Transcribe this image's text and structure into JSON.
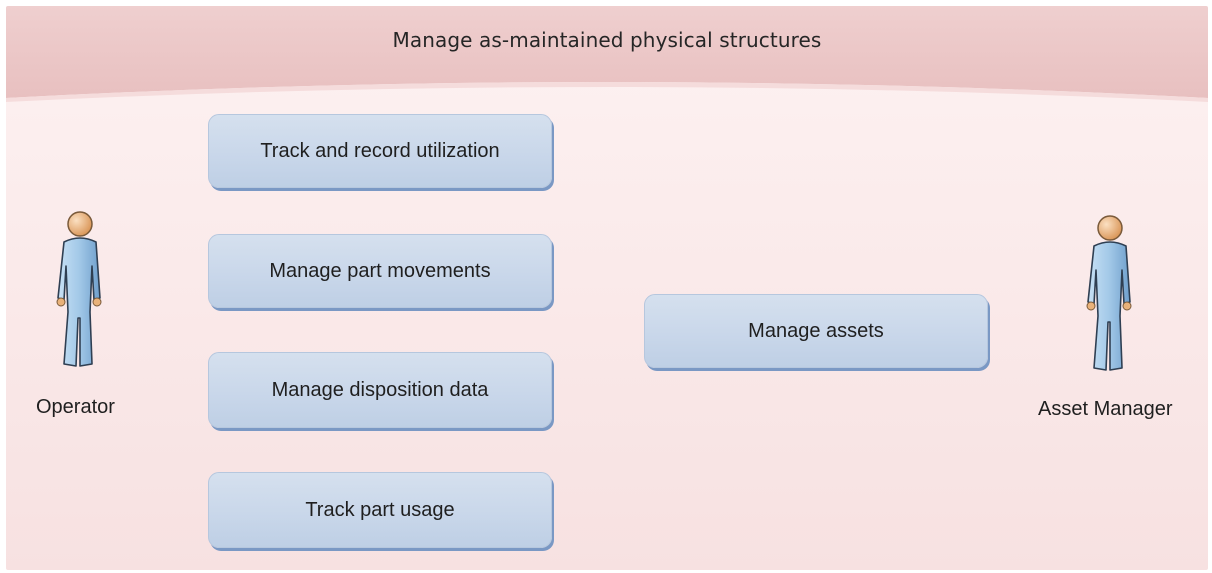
{
  "diagram": {
    "title": "Manage as-maintained physical structures",
    "actors": [
      {
        "label": "Operator"
      },
      {
        "label": "Asset Manager"
      }
    ],
    "processes": [
      {
        "label": "Track and record utilization"
      },
      {
        "label": "Manage part movements"
      },
      {
        "label": "Manage disposition data"
      },
      {
        "label": "Track part usage"
      },
      {
        "label": "Manage assets"
      }
    ]
  },
  "colors": {
    "banner": "#ebc6c6",
    "background": "#fbecec",
    "process_fill": "#c9d7ea",
    "process_shadow": "#7a98c4",
    "actor_body": "#9fc6e6",
    "actor_head": "#e9b27a"
  }
}
